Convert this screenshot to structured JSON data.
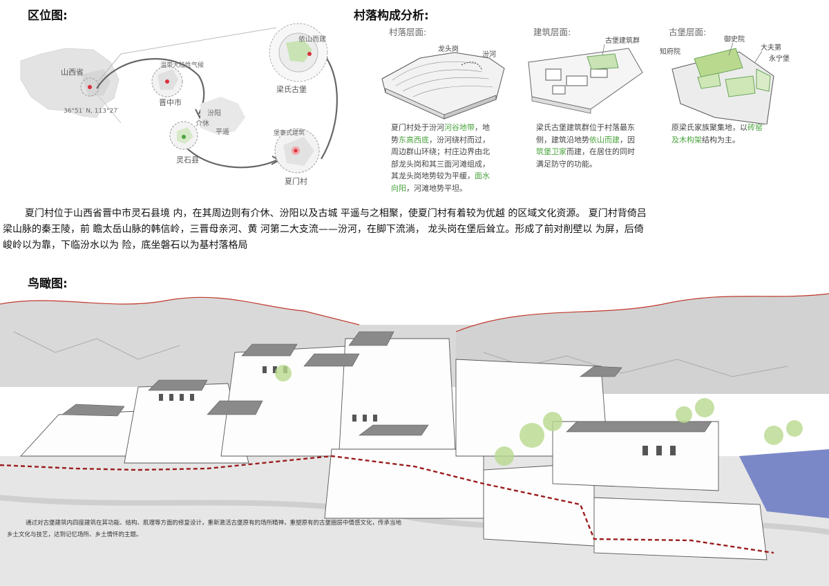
{
  "location": {
    "title": "区位图:",
    "labels": {
      "shanxi": "山西省",
      "coords": "36°51′ N, 113°27′",
      "climate": "温带大陆性气候",
      "jinzhong": "晋中市",
      "fenyang": "汾阳",
      "jiexiu": "介休",
      "pingyao": "平遥",
      "lingshi": "灵石县",
      "yishan": "依山而建",
      "liangshi": "梁氏古堡",
      "baozhai": "堡寨式建筑",
      "xiamen": "夏门村"
    }
  },
  "analysis": {
    "title": "村落构成分析:",
    "panels": [
      {
        "heading": "村落层面:",
        "tag1": "龙头岗",
        "tag2": "汾河",
        "desc": [
          [
            {
              "t": "夏门村处于汾河"
            },
            {
              "t": "河谷地带",
              "h": true
            },
            {
              "t": "，地"
            }
          ],
          [
            {
              "t": "势"
            },
            {
              "t": "东高西底",
              "h": true
            },
            {
              "t": "，汾河绕村而过，"
            }
          ],
          [
            {
              "t": "周边群山环绕；村庄边界由北"
            }
          ],
          [
            {
              "t": "部龙头岗和其三面河滩组成，"
            }
          ],
          [
            {
              "t": "其龙头岗地势较为平缓，"
            },
            {
              "t": "面水",
              "h": true
            }
          ],
          [
            {
              "t": "向阳",
              "h": true
            },
            {
              "t": "，河滩地势平坦。"
            }
          ]
        ]
      },
      {
        "heading": "建筑层面:",
        "tag1": "古堡建筑群",
        "desc": [
          [
            {
              "t": "梁氏古堡建筑群位于村落最东"
            }
          ],
          [
            {
              "t": "侧，建筑沿地势"
            },
            {
              "t": "依山而建",
              "h": true
            },
            {
              "t": "，因"
            }
          ],
          [
            {
              "t": "筑堡卫家",
              "h": true
            },
            {
              "t": "而建，在居住的同时"
            }
          ],
          [
            {
              "t": "满足防守的功能。"
            }
          ]
        ]
      },
      {
        "heading": "古堡层面:",
        "tags": [
          "御史院",
          "知府院",
          "大夫第",
          "永宁堡"
        ],
        "desc": [
          [
            {
              "t": "原梁氏家族聚集地，以"
            },
            {
              "t": "砖窑",
              "h": true
            }
          ],
          [
            {
              "t": "及木构架",
              "h": true
            },
            {
              "t": "结构为主。"
            }
          ]
        ]
      }
    ]
  },
  "paragraph": [
    "夏门村位于山西省晋中市灵石县境 内，在其周边则有介休、汾阳以及古城 平遥与之相聚，使夏门村有着较为优越 的区域文化资源。     夏门村背倚吕",
    "梁山脉的秦王陵，前 瞻太岳山脉的韩信岭，三晋母亲河、黄 河第二大支流——汾河，在脚下流淌，  龙头岗在堡后耸立。形成了前对削壁以 为屏，后倚",
    "峻岭以为靠，下临汾水以为 险，底坐磐石以为基村落格局"
  ],
  "aerial": {
    "title": "鸟瞰图:",
    "caption": [
      "通过对古堡建筑内四座建筑在其功能、结构、肌理等方面的修复设计，重新激活古堡原有的场所精神，重塑原有的古堡圈层中情感文化，传承当地",
      "乡土文化与技艺，达到记忆场所、乡土情怀的主题。"
    ]
  },
  "colors": {
    "accent_green": "#4aa33d",
    "red_dot": "#d9303a",
    "boundary_red": "#9b1c1c",
    "river_blue": "#7b88c8",
    "tree_green": "#b9d98f"
  }
}
